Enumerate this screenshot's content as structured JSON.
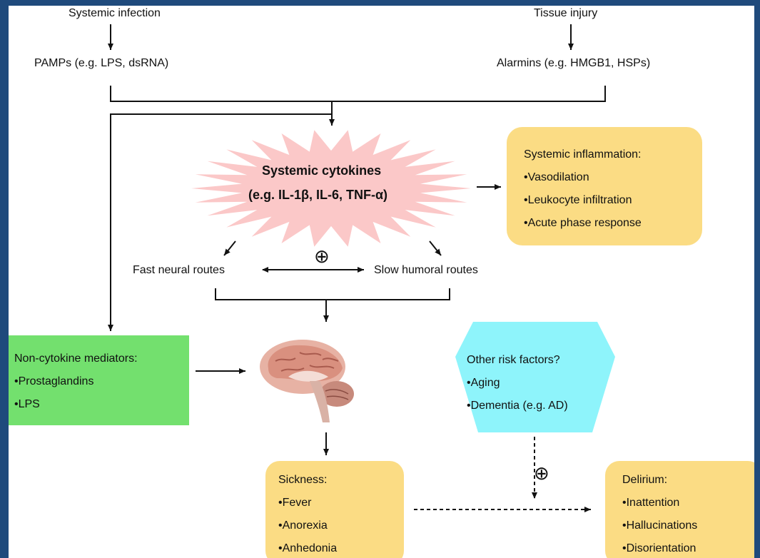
{
  "colors": {
    "frame": "#1f4a7c",
    "yellow_box": "#fbdc84",
    "green_box": "#73e06e",
    "cyan_box": "#8ef4fb",
    "starburst": "#fbc8c8"
  },
  "inputs": {
    "infection": "Systemic infection",
    "pamps": "PAMPs (e.g. LPS, dsRNA)",
    "injury": "Tissue injury",
    "alarmins": "Alarmins (e.g. HMGB1, HSPs)"
  },
  "cytokines": {
    "title": "Systemic cytokines",
    "examples": "(e.g. IL-1β, IL-6, TNF-α)"
  },
  "inflammation": {
    "title": "Systemic inflammation:",
    "items": [
      "•Vasodilation",
      "•Leukocyte infiltration",
      "•Acute phase response"
    ]
  },
  "routes": {
    "fast": "Fast neural routes",
    "slow": "Slow humoral routes",
    "plus": "⊕"
  },
  "noncytokine": {
    "title": "Non-cytokine mediators:",
    "items": [
      "•Prostaglandins",
      "•LPS"
    ]
  },
  "risk": {
    "title": "Other risk factors?",
    "items": [
      "•Aging",
      "•Dementia (e.g. AD)"
    ],
    "plus": "⊕"
  },
  "sickness": {
    "title": "Sickness:",
    "items": [
      "•Fever",
      "•Anorexia",
      "•Anhedonia"
    ]
  },
  "delirium": {
    "title": "Delirium:",
    "items": [
      "•Inattention",
      "•Hallucinations",
      "•Disorientation"
    ]
  },
  "icons": {
    "brain": "brain-icon"
  }
}
